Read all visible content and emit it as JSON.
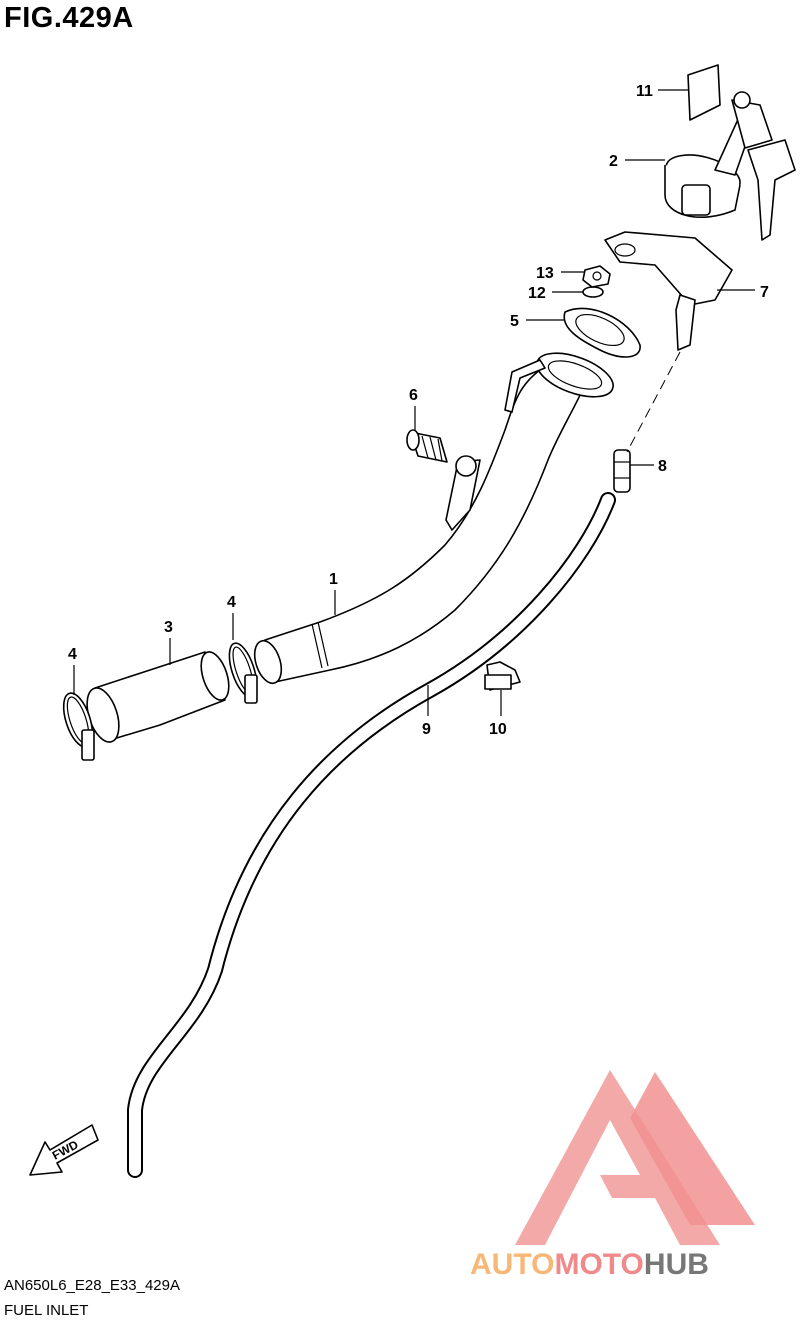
{
  "figure": {
    "title": "FIG.429A",
    "model_code": "AN650L6_E28_E33_429A",
    "section": "FUEL INLET",
    "direction_label": "FWD"
  },
  "callouts": [
    "1",
    "2",
    "3",
    "4",
    "4",
    "5",
    "6",
    "7",
    "8",
    "9",
    "10",
    "11",
    "12",
    "13"
  ],
  "watermark": {
    "text_parts": [
      "AUTOMOTO",
      "HUB"
    ],
    "colors": {
      "auto": "#f7b777",
      "moto": "#f08a8a",
      "hub": "#777777",
      "logo": "#f08585"
    }
  }
}
